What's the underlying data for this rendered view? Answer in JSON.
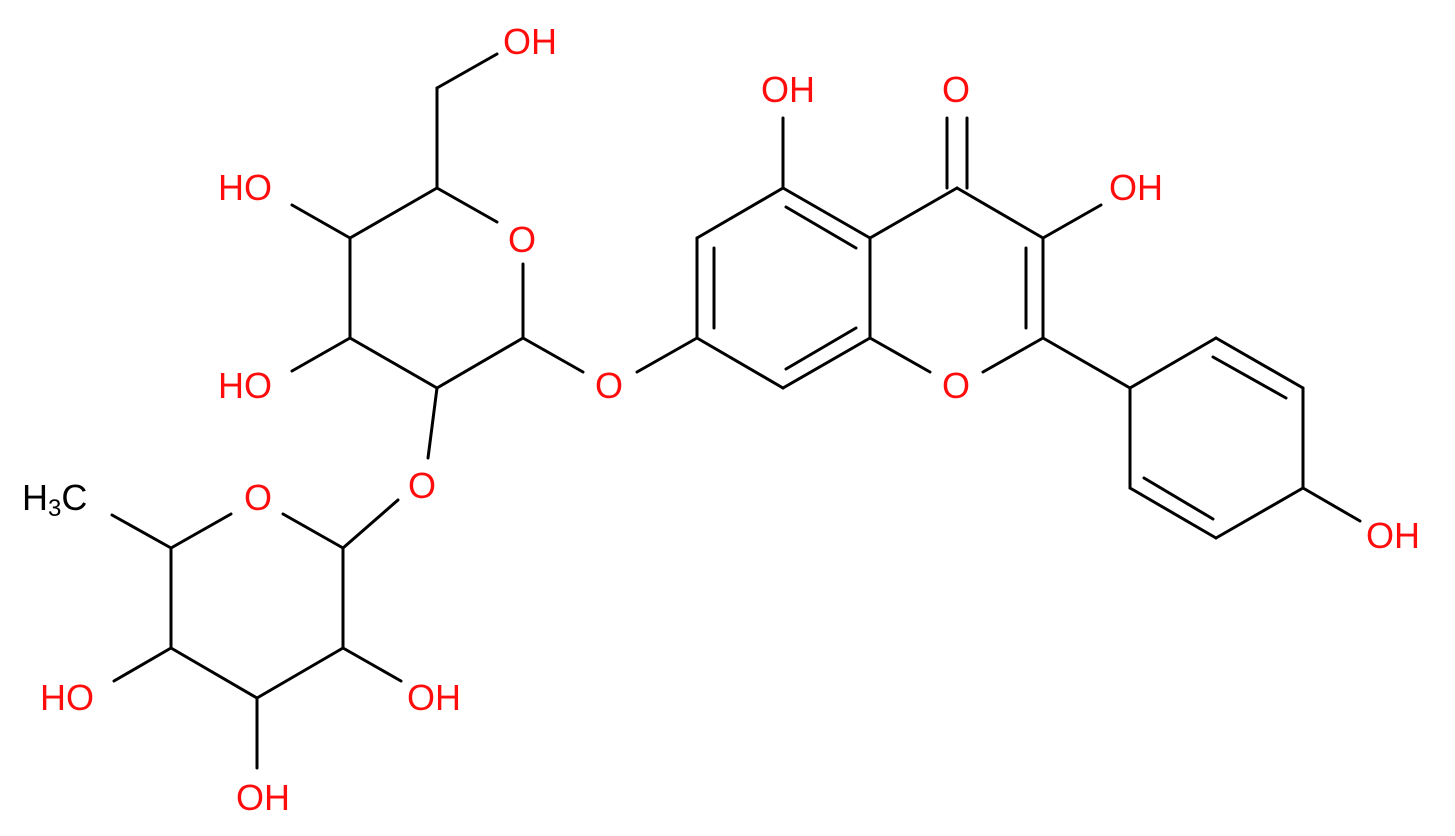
{
  "labels": {
    "oh_hydroxymethyl": "OH",
    "oh_oh5": "OH",
    "o_ketone": "O",
    "oh_oh3": "OH",
    "oh_glc4": "HO",
    "o_glc_ring": "O",
    "oh_glc3": "HO",
    "o_glycosidic7": "O",
    "o_chromone": "O",
    "o_glycosidic2": "O",
    "ch3_main": "H",
    "ch3_sub": "3",
    "ch3_c": "C",
    "o_rha_ring": "O",
    "oh_phenol": "OH",
    "oh_rha4": "HO",
    "oh_rha2": "OH",
    "oh_rha3": "OH"
  },
  "colors": {
    "bond": "#000000",
    "heteroatom": "#ff0d0d",
    "carbon": "#000000"
  }
}
